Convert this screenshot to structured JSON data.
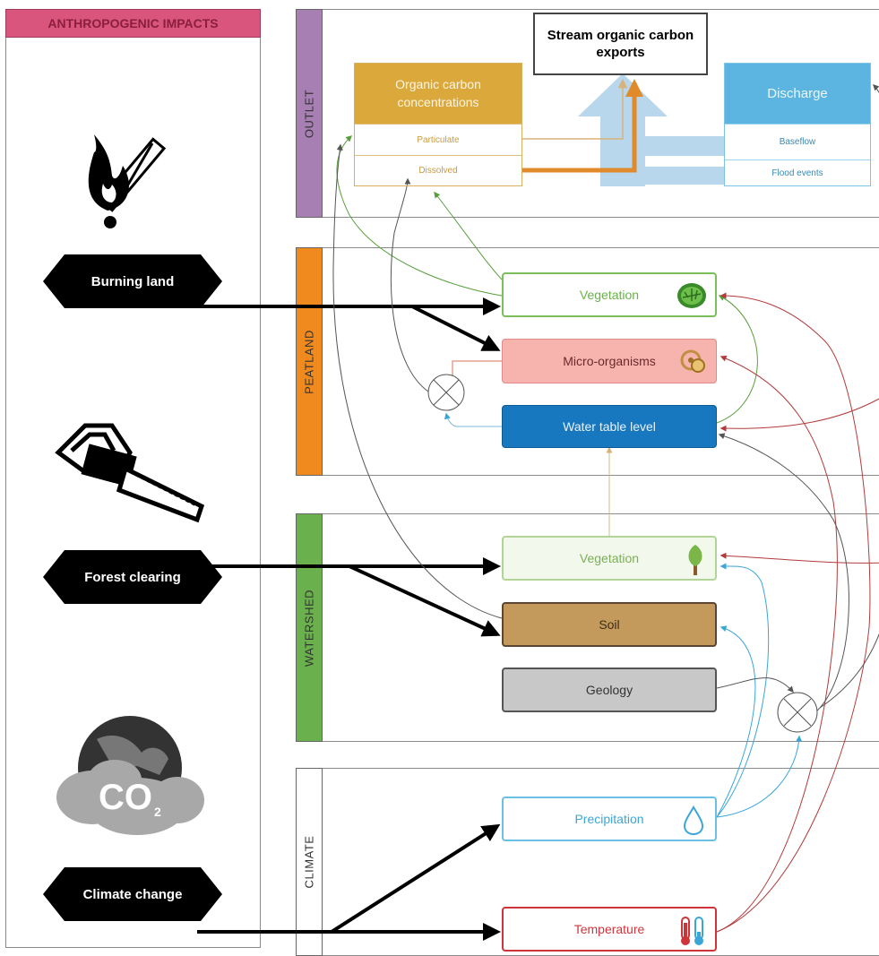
{
  "impacts": {
    "header": "ANTHROPOGENIC IMPACTS",
    "burning": "Burning land",
    "clearing": "Forest clearing",
    "climate": "Climate change",
    "co2": "CO",
    "co2_sub": "2"
  },
  "sections": {
    "outlet": "OUTLET",
    "peatland": "PEATLAND",
    "watershed": "WATERSHED",
    "climate": "CLIMATE"
  },
  "outlet": {
    "exports": "Stream organic carbon exports",
    "oc_title": "Organic carbon concentrations",
    "particulate": "Particulate",
    "dissolved": "Dissolved",
    "discharge": "Discharge",
    "baseflow": "Baseflow",
    "flood": "Flood events"
  },
  "peatland": {
    "vegetation": "Vegetation",
    "micro": "Micro-organisms",
    "water_table": "Water table level"
  },
  "watershed": {
    "vegetation": "Vegetation",
    "soil": "Soil",
    "geology": "Geology"
  },
  "climate": {
    "precipitation": "Precipitation",
    "temperature": "Temperature"
  },
  "colors": {
    "header_pink": "#d9557e",
    "outlet_purple": "#a87fb2",
    "peat_orange": "#f08a1e",
    "watershed_green": "#6ab04c",
    "oc_gold": "#dba83c",
    "discharge_blue": "#5bb5e0",
    "water_table_blue": "#1778bf",
    "micro_pink": "#f7b3ae",
    "soil_brown": "#c49a5c",
    "geology_grey": "#c8c8c8",
    "precip_blue": "#3aa6d8",
    "temp_red": "#d0343b"
  }
}
